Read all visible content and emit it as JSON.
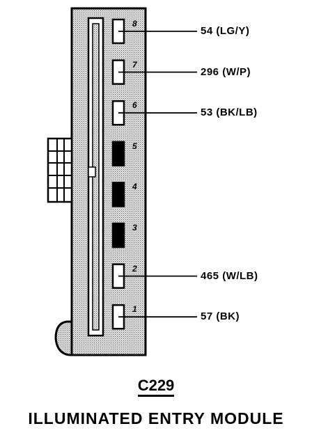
{
  "connector": {
    "code": "C229",
    "name": "ILLUMINATED ENTRY MODULE"
  },
  "pins": [
    {
      "number": "8",
      "state": "open",
      "circuit": "54 (LG/Y)"
    },
    {
      "number": "7",
      "state": "open",
      "circuit": "296 (W/P)"
    },
    {
      "number": "6",
      "state": "open",
      "circuit": "53 (BK/LB)"
    },
    {
      "number": "5",
      "state": "filled",
      "circuit": ""
    },
    {
      "number": "4",
      "state": "filled",
      "circuit": ""
    },
    {
      "number": "3",
      "state": "filled",
      "circuit": ""
    },
    {
      "number": "2",
      "state": "open",
      "circuit": "465 (W/LB)"
    },
    {
      "number": "1",
      "state": "open",
      "circuit": "57 (BK)"
    }
  ],
  "colors": {
    "ink": "#000000",
    "body_fill": "#d4d4d4",
    "background": "#ffffff"
  }
}
